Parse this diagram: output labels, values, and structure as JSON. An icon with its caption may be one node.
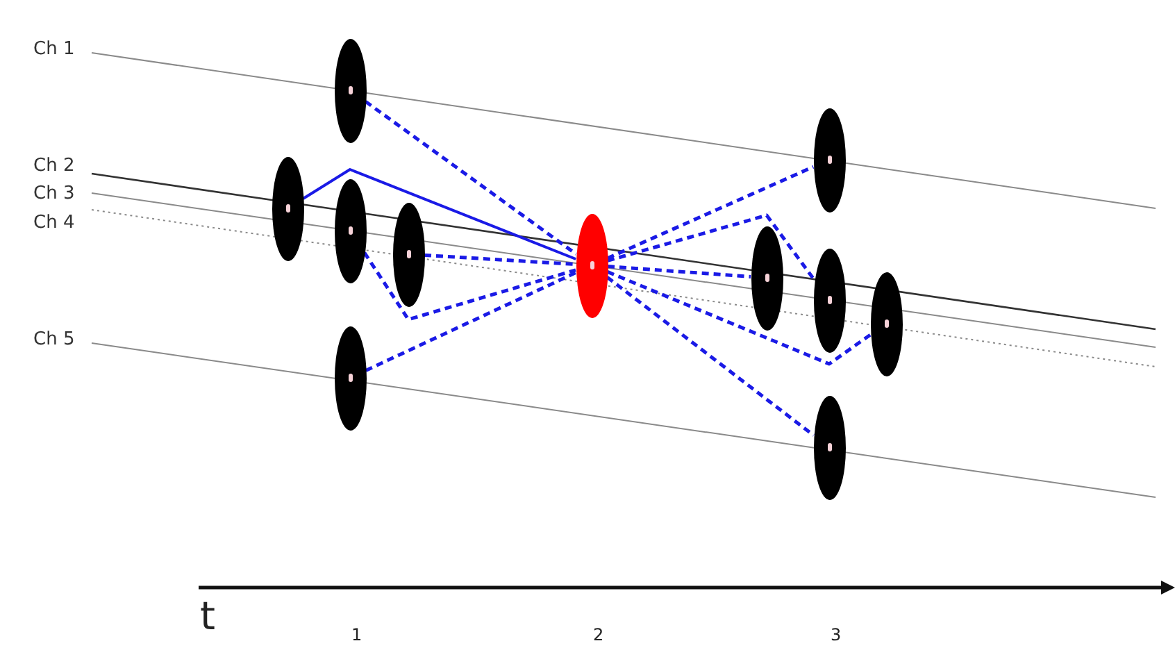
{
  "diagram": {
    "nodes": [
      {
        "text": [],
        "shape": "ellipse"
      },
      {
        "text": [],
        "shape": "ellipse"
      },
      {
        "text": [],
        "shape": "ellipse"
      },
      {
        "text": [],
        "shape": "ellipse"
      },
      {
        "text": [],
        "shape": "ellipse"
      },
      {
        "text": [],
        "shape": "ellipse"
      },
      {
        "text": [],
        "shape": "ellipse"
      },
      {
        "text": [],
        "shape": "ellipse"
      },
      {
        "text": [],
        "shape": "ellipse"
      },
      {
        "text": [],
        "shape": "ellipse"
      },
      {
        "text": [],
        "shape": "ellipse"
      }
    ],
    "edges": [
      {
        "from": 0,
        "to": 5,
        "arrow": "none",
        "style": "dashed"
      },
      {
        "from": 1,
        "to": 5,
        "arrow": "none"
      },
      {
        "from": 2,
        "to": 5,
        "arrow": "none",
        "style": "dashed"
      },
      {
        "from": 3,
        "to": 5,
        "arrow": "none",
        "style": "dashed"
      },
      {
        "from": 4,
        "to": 5,
        "arrow": "none",
        "style": "dashed"
      },
      {
        "from": 5,
        "to": 6,
        "arrow": "none",
        "style": "dashed"
      },
      {
        "from": 5,
        "to": 7,
        "arrow": "none",
        "style": "dashed"
      },
      {
        "from": 5,
        "to": 8,
        "arrow": "none",
        "style": "dashed"
      },
      {
        "from": 5,
        "to": 9,
        "arrow": "none",
        "style": "dashed"
      },
      {
        "from": 5,
        "to": 10,
        "arrow": "none",
        "style": "dashed"
      }
    ],
    "labels": [
      "Ch 1",
      "Ch 2",
      "Ch 3",
      "Ch 4",
      "Ch 5",
      "t",
      "1",
      "2",
      "3"
    ]
  }
}
